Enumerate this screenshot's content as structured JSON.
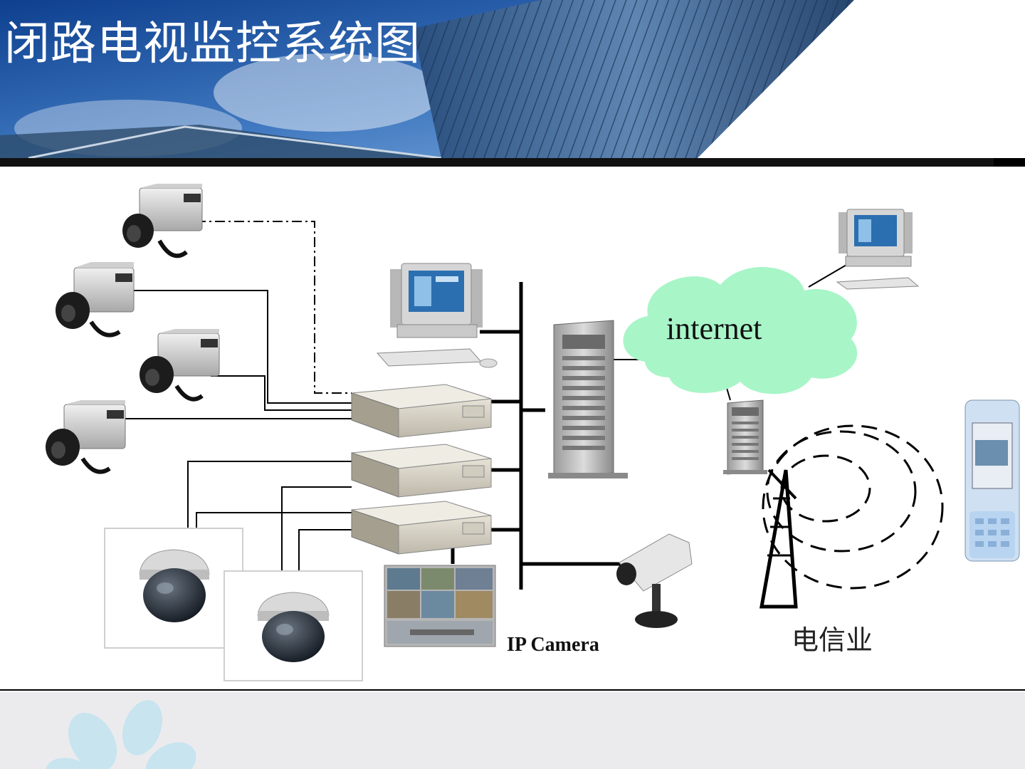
{
  "slide": {
    "title": "闭路电视监控系统图"
  },
  "diagram": {
    "labels": {
      "internet": "internet",
      "ip_camera": "IP Camera",
      "telecom": "电信业"
    }
  },
  "colors": {
    "header_blue": "#1c4f9a",
    "cloud_fill": "#a8f5c8",
    "line": "#000000",
    "footer_bg": "#ebebee"
  }
}
